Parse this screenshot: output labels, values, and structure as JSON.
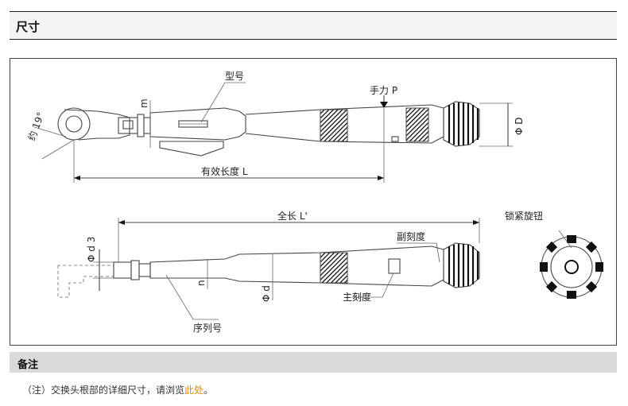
{
  "section": {
    "title": "尺寸"
  },
  "diagram": {
    "labels": {
      "model": "型号",
      "hand_force": "手力 P",
      "m": "m",
      "approx_angle": "约 19°",
      "phi_D": "Φ D",
      "effective_length": "有效长度 L",
      "total_length": "全长 L'",
      "lock_knob": "锁紧旋钮",
      "sub_scale": "副刻度",
      "main_scale": "主刻度",
      "phi_d3": "Φ d 3",
      "n": "n",
      "phi_d": "Φ d",
      "serial_no": "序列号"
    }
  },
  "notes": {
    "header": "备注",
    "text_before": "（注）交换头根部的详细尺寸，请浏览",
    "link_text": "此处",
    "text_after": "。",
    "link_color": "#e08a00"
  }
}
